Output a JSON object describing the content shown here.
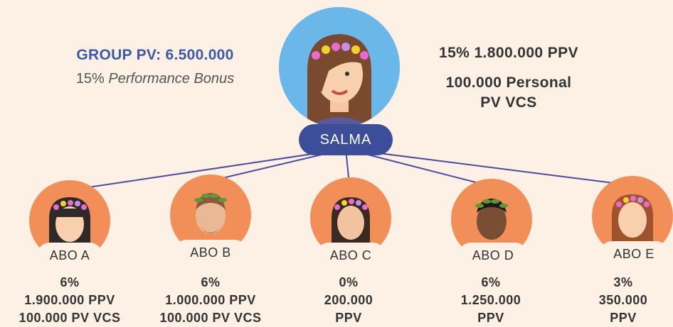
{
  "group": {
    "title": "GROUP PV: 6.500.000",
    "bonus_pct": "15%",
    "bonus_label": "Performance Bonus"
  },
  "leader": {
    "name": "SALMA",
    "line1": "15% 1.800.000 PPV",
    "line2a": "100.000 Personal",
    "line2b": "PV VCS"
  },
  "abos": [
    {
      "name": "ABO A",
      "pct": "6%",
      "line1": "1.900.000 PPV",
      "line2": "100.000 PV VCS"
    },
    {
      "name": "ABO B",
      "pct": "6%",
      "line1": "1.000.000 PPV",
      "line2": "100.000 PV VCS"
    },
    {
      "name": "ABO C",
      "pct": "0%",
      "line1": "200.000",
      "line2": "PPV"
    },
    {
      "name": "ABO D",
      "pct": "6%",
      "line1": "1.250.000",
      "line2": "PPV"
    },
    {
      "name": "ABO E",
      "pct": "3%",
      "line1": "350.000",
      "line2": "PPV"
    }
  ],
  "colors": {
    "background": "#fdf0e4",
    "title_blue": "#3d5aa6",
    "pill_navy": "#3c4d9a",
    "connector": "#4a4aa0",
    "leader_bg": "#6ab7ea",
    "abo_bg": "#f28f58"
  }
}
